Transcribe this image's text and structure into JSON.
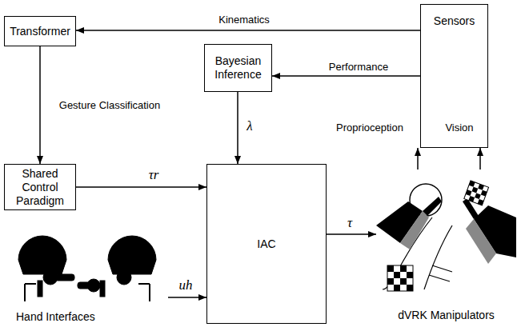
{
  "diagram": {
    "nodes": [
      {
        "text": [
          "Transformer"
        ]
      },
      {
        "text": [
          "Sensors"
        ]
      },
      {
        "text": [
          "Bayesian Inference"
        ]
      },
      {
        "text": [
          "Shared Control Paradigm"
        ]
      },
      {
        "text": [
          "IAC"
        ]
      },
      {
        "text": [
          "Hand Interfaces"
        ]
      },
      {
        "text": [
          "dVRK Manipulators"
        ]
      }
    ],
    "edges": [
      {
        "from": 1,
        "to": 0,
        "label": "Kinematics",
        "arrow": "to"
      },
      {
        "from": 1,
        "to": 2,
        "label": "Performance",
        "arrow": "to"
      },
      {
        "from": 0,
        "to": 3,
        "label": "Gesture Classification",
        "arrow": "to"
      },
      {
        "from": 2,
        "to": 4,
        "label": "λ",
        "arrow": "to"
      },
      {
        "from": 3,
        "to": 4,
        "label": "τr",
        "arrow": "to"
      },
      {
        "from": 5,
        "to": 4,
        "label": "uh",
        "arrow": "to"
      },
      {
        "from": 4,
        "to": 6,
        "label": "τ",
        "arrow": "to"
      },
      {
        "from": 6,
        "to": 1,
        "label": "Proprioception",
        "arrow": "to"
      },
      {
        "from": 6,
        "to": 1,
        "label": "Vision",
        "arrow": "to"
      }
    ]
  }
}
